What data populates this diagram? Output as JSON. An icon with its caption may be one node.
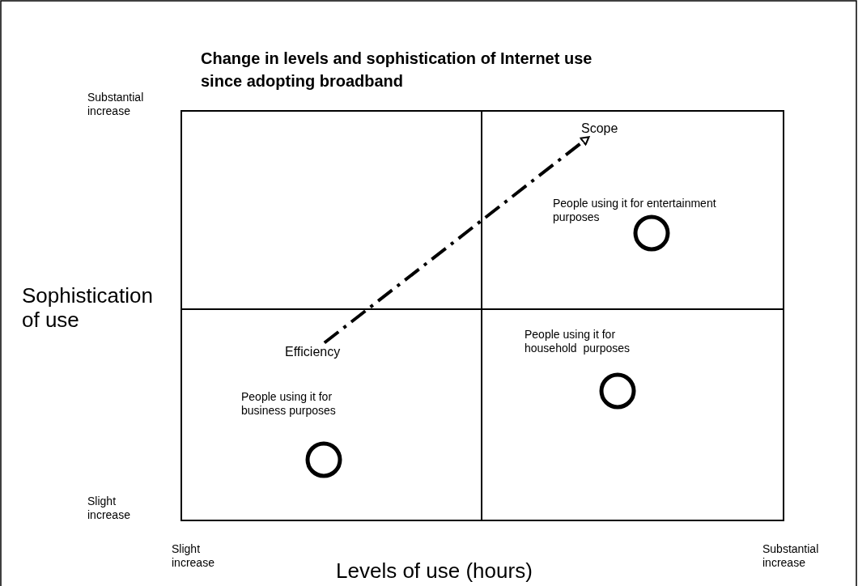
{
  "diagram": {
    "title": "Change in levels and sophistication of Internet use since adopting broadband",
    "nodes": [
      {
        "text": [
          "Scope"
        ]
      },
      {
        "text": [],
        "shape": "circle",
        "beside": [
          "People using it for entertainment purposes"
        ]
      },
      {
        "text": [
          "Efficiency"
        ]
      },
      {
        "text": [],
        "shape": "circle",
        "beside": [
          "People using it for household  purposes"
        ]
      },
      {
        "text": [],
        "shape": "circle",
        "beside": [
          "People using it for business purposes"
        ]
      }
    ],
    "edges": [
      {
        "from": 2,
        "to": 0,
        "arrow": "to",
        "style": "dashed"
      }
    ],
    "labels": [
      "Substantial increase",
      "Sophistication of use",
      "Slight increase",
      "Slight increase",
      "Levels of use (hours)",
      "Substantial increase"
    ]
  }
}
